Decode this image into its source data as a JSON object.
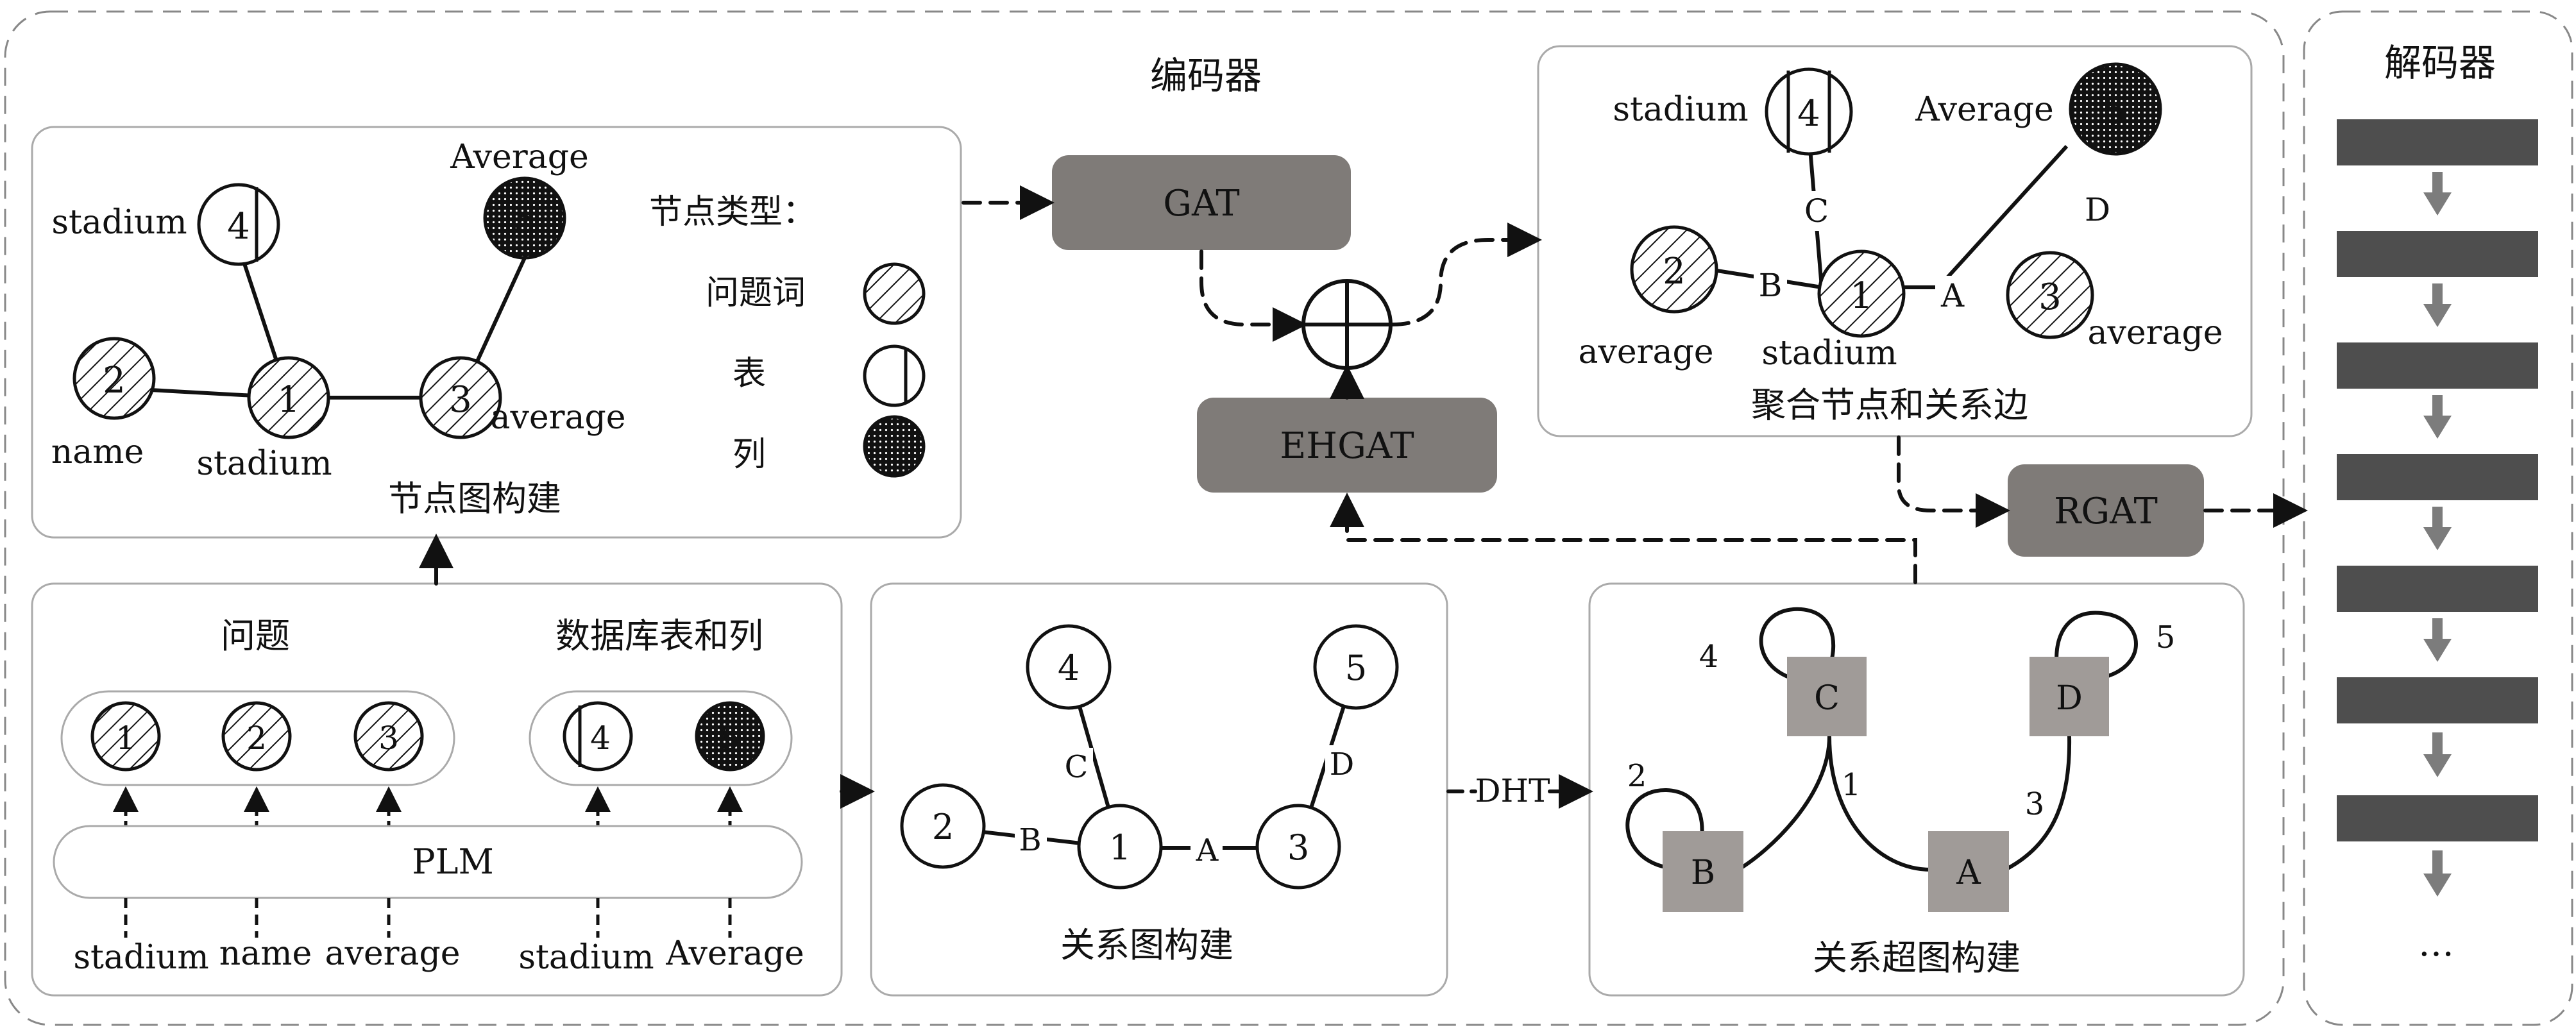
{
  "encoder": {
    "title": "编码器"
  },
  "decoder": {
    "title": "解码器",
    "ellipsis": "…"
  },
  "node_panel": {
    "caption": "节点图构建",
    "legend_title": "节点类型：",
    "legend": [
      "问题词",
      "表",
      "列"
    ],
    "nodes": [
      {
        "id": "1",
        "label": "stadium"
      },
      {
        "id": "2",
        "label": "name"
      },
      {
        "id": "3",
        "label": "average"
      },
      {
        "id": "4",
        "label": "stadium"
      },
      {
        "id": "5",
        "label": "Average"
      }
    ]
  },
  "agg_panel": {
    "caption": "聚合节点和关系边",
    "nodes": [
      {
        "id": "1",
        "label": "stadium"
      },
      {
        "id": "2",
        "label": "average"
      },
      {
        "id": "3",
        "label": "average"
      },
      {
        "id": "4",
        "label": "stadium"
      },
      {
        "id": "5",
        "label": "Average"
      }
    ],
    "edges": [
      "A",
      "B",
      "C",
      "D"
    ]
  },
  "input_panel": {
    "question_title": "问题",
    "db_title": "数据库表和列",
    "question_nodes": [
      "1",
      "2",
      "3"
    ],
    "db_nodes": [
      "4",
      "5"
    ],
    "plm": "PLM",
    "tokens": [
      "stadium",
      "name",
      "average",
      "stadium",
      "Average"
    ]
  },
  "relation_panel": {
    "caption": "关系图构建",
    "nodes": [
      "1",
      "2",
      "3",
      "4",
      "5"
    ],
    "edges": [
      "A",
      "B",
      "C",
      "D"
    ]
  },
  "hyper_panel": {
    "caption": "关系超图构建",
    "boxes": [
      "A",
      "B",
      "C",
      "D"
    ],
    "numbers": [
      "1",
      "2",
      "3",
      "4",
      "5"
    ]
  },
  "modules": {
    "gat": "GAT",
    "ehgat": "EHGAT",
    "rgat": "RGAT",
    "dht": "DHT"
  },
  "colors": {
    "module_fill": "#7f7b78",
    "box_fill": "#a09b98",
    "decoder_bar": "#4e4e4e",
    "arrow": "#7c7c7c"
  }
}
